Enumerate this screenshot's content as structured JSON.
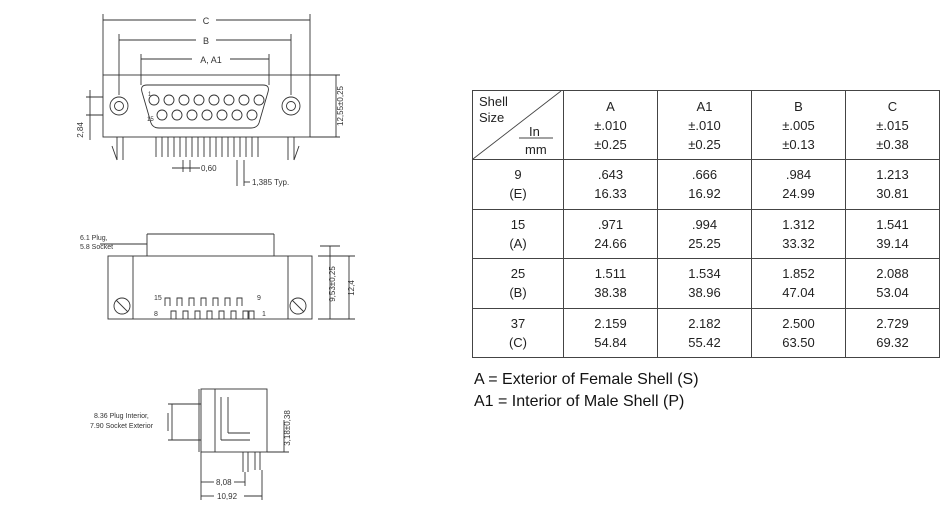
{
  "drawing": {
    "dim_c": "C",
    "dim_b": "B",
    "dim_a": "A, A1",
    "dim_height": "2,84",
    "dim_flange": "12,55±0,25",
    "dim_pin_width": "0,60",
    "dim_pitch": "1,385 Typ.",
    "pin_first": "1",
    "pin_last": "15",
    "plug_label_1": "6.1 Plug,",
    "plug_label_2": "5.8 Socket",
    "dim_front_1": "9,53±0,25",
    "dim_front_2": "12,4",
    "front_pin_15": "15",
    "front_pin_9": "9",
    "front_pin_8": "8",
    "front_pin_1": "1",
    "side_label_1": "8.36 Plug Interior,",
    "side_label_2": "7.90 Socket Exterior",
    "dim_side_vert": "3,18±0,38",
    "dim_side_1": "8,08",
    "dim_side_2": "10,92"
  },
  "table": {
    "corner_shell": "Shell",
    "corner_size": "Size",
    "corner_in": "In",
    "corner_mm": "mm",
    "headers": [
      {
        "name": "A",
        "tol_in": "±.010",
        "tol_mm": "±0.25"
      },
      {
        "name": "A1",
        "tol_in": "±.010",
        "tol_mm": "±0.25"
      },
      {
        "name": "B",
        "tol_in": "±.005",
        "tol_mm": "±0.13"
      },
      {
        "name": "C",
        "tol_in": "±.015",
        "tol_mm": "±0.38"
      }
    ],
    "rows": [
      {
        "size": "9",
        "code": "(E)",
        "in": [
          ".643",
          ".666",
          ".984",
          "1.213"
        ],
        "mm": [
          "16.33",
          "16.92",
          "24.99",
          "30.81"
        ]
      },
      {
        "size": "15",
        "code": "(A)",
        "in": [
          ".971",
          ".994",
          "1.312",
          "1.541"
        ],
        "mm": [
          "24.66",
          "25.25",
          "33.32",
          "39.14"
        ]
      },
      {
        "size": "25",
        "code": "(B)",
        "in": [
          "1.511",
          "1.534",
          "1.852",
          "2.088"
        ],
        "mm": [
          "38.38",
          "38.96",
          "47.04",
          "53.04"
        ]
      },
      {
        "size": "37",
        "code": "(C)",
        "in": [
          "2.159",
          "2.182",
          "2.500",
          "2.729"
        ],
        "mm": [
          "54.84",
          "55.42",
          "63.50",
          "69.32"
        ]
      }
    ]
  },
  "legend": {
    "line1": "A = Exterior of Female Shell (S)",
    "line2": "A1 = Interior of Male Shell (P)"
  }
}
